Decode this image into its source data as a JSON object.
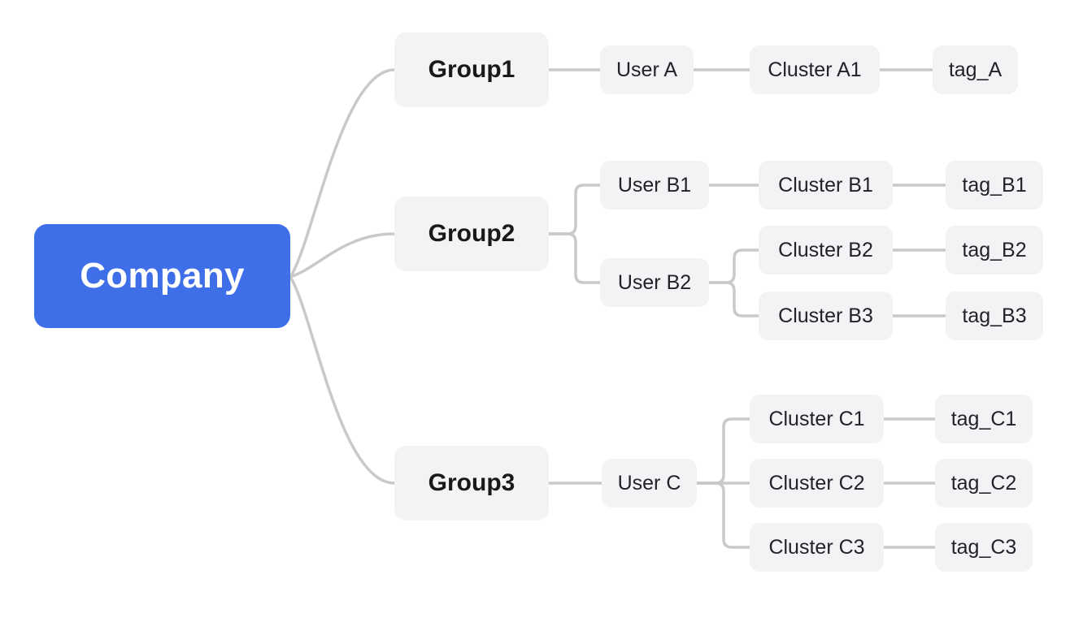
{
  "diagram": {
    "type": "mindmap-tree",
    "background_color": "#ffffff",
    "colors": {
      "root_bg": "#3e6fe8",
      "root_text": "#ffffff",
      "node_bg": "#f2f3f5",
      "node_text": "#1b1c1f",
      "connector": "#c9c9c9"
    },
    "nodes": {
      "company": "Company",
      "group1": "Group1",
      "group2": "Group2",
      "group3": "Group3",
      "user_a": "User A",
      "cluster_a1": "Cluster A1",
      "tag_a": "tag_A",
      "user_b1": "User B1",
      "cluster_b1": "Cluster B1",
      "tag_b1": "tag_B1",
      "user_b2": "User B2",
      "cluster_b2": "Cluster B2",
      "tag_b2": "tag_B2",
      "cluster_b3": "Cluster B3",
      "tag_b3": "tag_B3",
      "user_c": "User C",
      "cluster_c1": "Cluster C1",
      "tag_c1": "tag_C1",
      "cluster_c2": "Cluster C2",
      "tag_c2": "tag_C2",
      "cluster_c3": "Cluster C3",
      "tag_c3": "tag_C3"
    },
    "edges": [
      [
        "company",
        "group1"
      ],
      [
        "company",
        "group2"
      ],
      [
        "company",
        "group3"
      ],
      [
        "group1",
        "user_a"
      ],
      [
        "user_a",
        "cluster_a1"
      ],
      [
        "cluster_a1",
        "tag_a"
      ],
      [
        "group2",
        "user_b1"
      ],
      [
        "group2",
        "user_b2"
      ],
      [
        "user_b1",
        "cluster_b1"
      ],
      [
        "cluster_b1",
        "tag_b1"
      ],
      [
        "user_b2",
        "cluster_b2"
      ],
      [
        "cluster_b2",
        "tag_b2"
      ],
      [
        "user_b2",
        "cluster_b3"
      ],
      [
        "cluster_b3",
        "tag_b3"
      ],
      [
        "group3",
        "user_c"
      ],
      [
        "user_c",
        "cluster_c1"
      ],
      [
        "cluster_c1",
        "tag_c1"
      ],
      [
        "user_c",
        "cluster_c2"
      ],
      [
        "cluster_c2",
        "tag_c2"
      ],
      [
        "user_c",
        "cluster_c3"
      ],
      [
        "cluster_c3",
        "tag_c3"
      ]
    ]
  }
}
